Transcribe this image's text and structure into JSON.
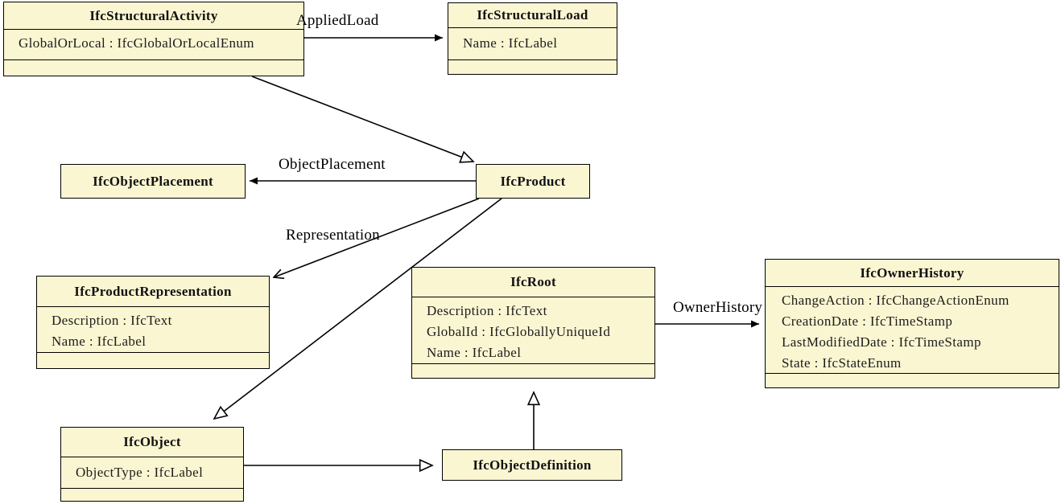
{
  "colors": {
    "box_fill": "#fbf6d2",
    "line": "#000000",
    "background": "#ffffff"
  },
  "classes": [
    {
      "name": "IfcStructuralActivity",
      "attributes": [
        "GlobalOrLocal : IfcGlobalOrLocalEnum"
      ]
    },
    {
      "name": "IfcStructuralLoad",
      "attributes": [
        "Name : IfcLabel"
      ]
    },
    {
      "name": "IfcObjectPlacement",
      "attributes": []
    },
    {
      "name": "IfcProduct",
      "attributes": []
    },
    {
      "name": "IfcProductRepresentation",
      "attributes": [
        "Description : IfcText",
        "Name : IfcLabel"
      ]
    },
    {
      "name": "IfcRoot",
      "attributes": [
        "Description : IfcText",
        "GlobalId : IfcGloballyUniqueId",
        "Name : IfcLabel"
      ]
    },
    {
      "name": "IfcOwnerHistory",
      "attributes": [
        "ChangeAction : IfcChangeActionEnum",
        "CreationDate : IfcTimeStamp",
        "LastModifiedDate : IfcTimeStamp",
        "State : IfcStateEnum"
      ]
    },
    {
      "name": "IfcObject",
      "attributes": [
        "ObjectType : IfcLabel"
      ]
    },
    {
      "name": "IfcObjectDefinition",
      "attributes": []
    }
  ],
  "associations": [
    {
      "label": "AppliedLoad",
      "from": "IfcStructuralActivity",
      "to": "IfcStructuralLoad"
    },
    {
      "label": "ObjectPlacement",
      "from": "IfcProduct",
      "to": "IfcObjectPlacement"
    },
    {
      "label": "Representation",
      "from": "IfcProduct",
      "to": "IfcProductRepresentation"
    },
    {
      "label": "OwnerHistory",
      "from": "IfcRoot",
      "to": "IfcOwnerHistory"
    }
  ],
  "generalizations": [
    {
      "from": "IfcStructuralActivity",
      "to": "IfcProduct"
    },
    {
      "from": "IfcProduct",
      "to": "IfcObject"
    },
    {
      "from": "IfcObject",
      "to": "IfcObjectDefinition"
    },
    {
      "from": "IfcObjectDefinition",
      "to": "IfcRoot"
    }
  ]
}
